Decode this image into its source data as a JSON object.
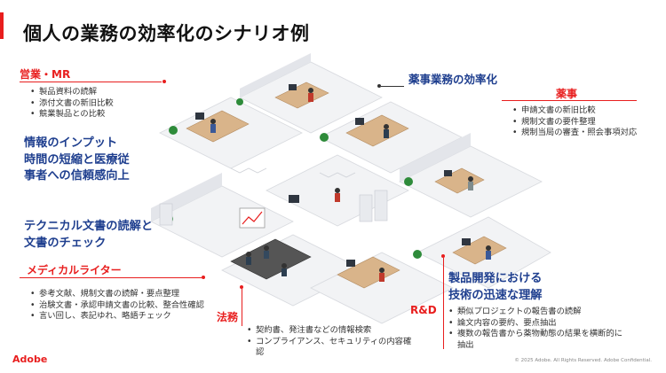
{
  "title": "個人の業務の効率化のシナリオ例",
  "sections": {
    "sales": {
      "label": "営業・MR",
      "items": [
        "製品資料の読解",
        "添付文書の新旧比較",
        "競業製品との比較"
      ],
      "callout": "情報のインプット\n時間の短縮と医療従\n事者への信頼感向上"
    },
    "regulatory": {
      "heading": "薬事業務の効率化",
      "label": "薬事",
      "items": [
        "申請文書の新旧比較",
        "規制文書の要件整理",
        "規制当局の審査・照会事項対応"
      ]
    },
    "medical_writer": {
      "callout": "テクニカル文書の読解と\n文書のチェック",
      "label": "メディカルライター",
      "items": [
        "参考文献、規制文書の読解・要点整理",
        "治験文書・承認申請文書の比較、整合性確認",
        "言い回し、表記ゆれ、略語チェック"
      ]
    },
    "legal": {
      "label": "法務",
      "items": [
        "契約書、発注書などの情報検索",
        "コンプライアンス、セキュリティの内容確認"
      ]
    },
    "rnd": {
      "callout": "製品開発における\n技術の迅速な理解",
      "label": "R&D",
      "items": [
        "類似プロジェクトの報告書の読解",
        "論文内容の要約、要点抽出",
        "複数の報告書から薬物動態の結果を横断的に抽出"
      ]
    }
  },
  "footer": {
    "logo": "Adobe",
    "copyright": "© 2025 Adobe. All Rights Reserved. Adobe Confidential."
  },
  "colors": {
    "accent": "#e81e1e",
    "heading_blue": "#1f3f8f"
  },
  "icons": [
    "adobe-logo"
  ]
}
